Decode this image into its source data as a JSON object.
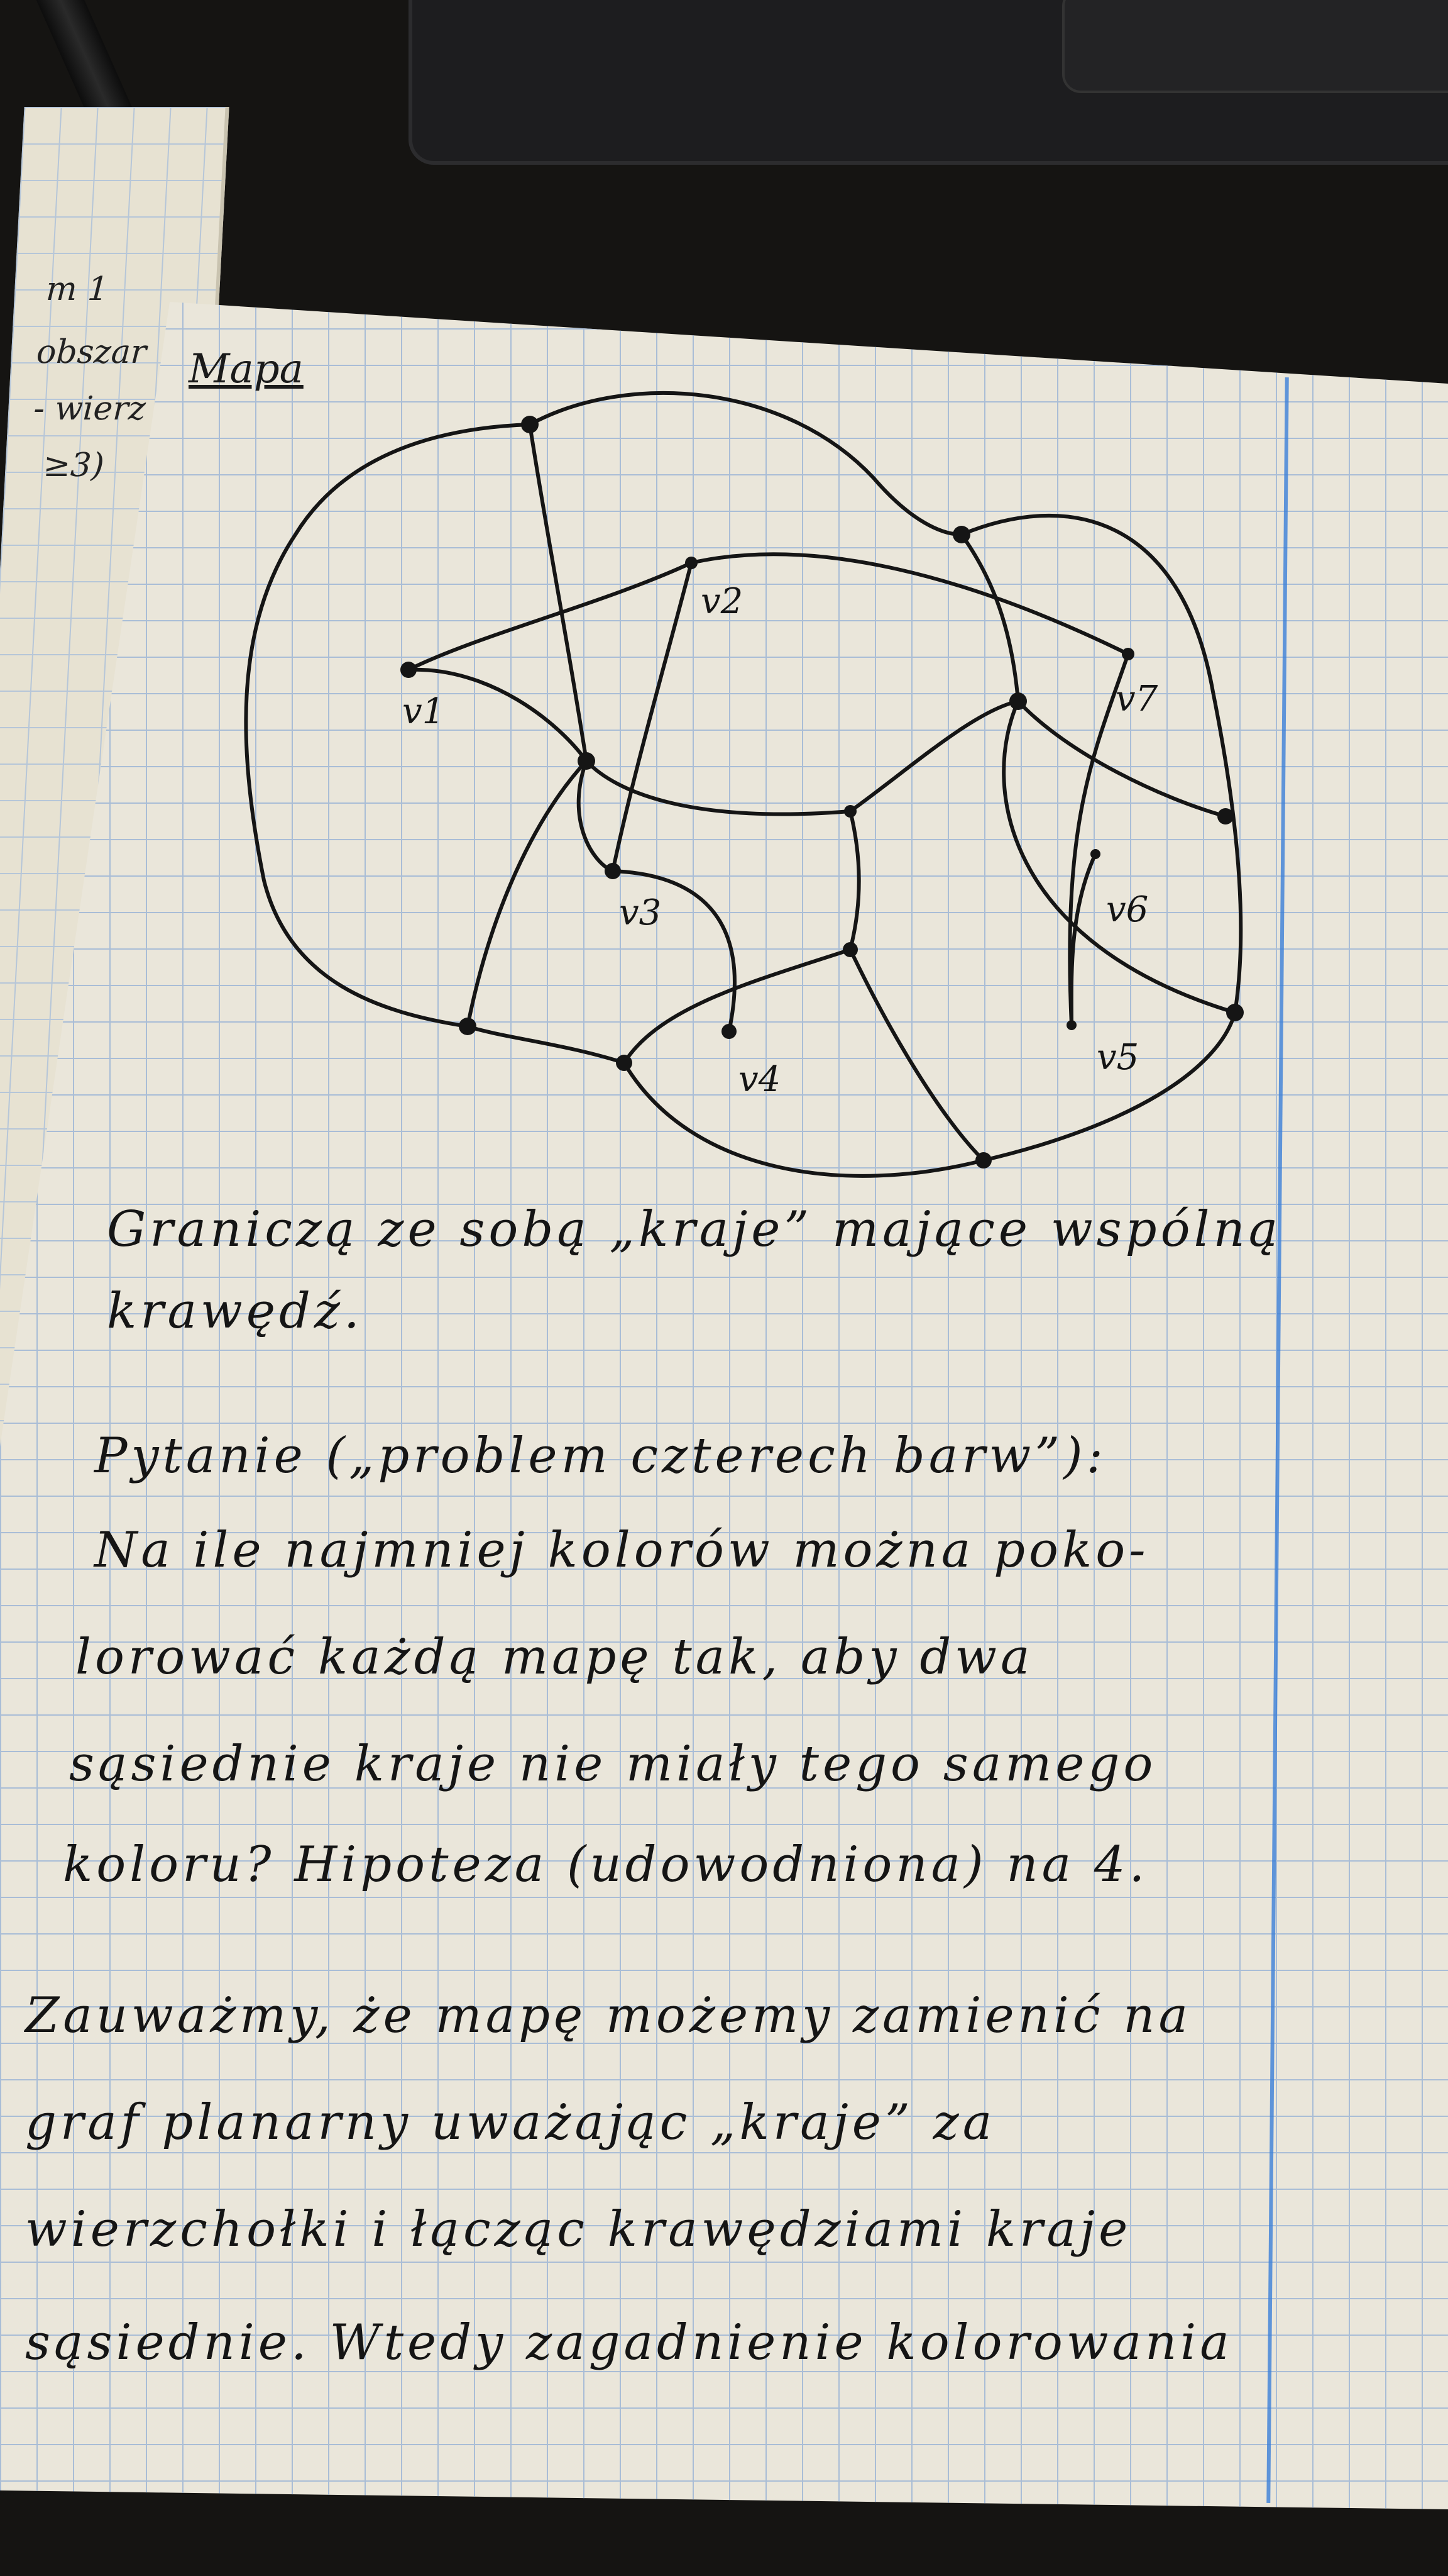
{
  "heading": "Mapa",
  "left_page_fragments": [
    "m 1",
    "obszar",
    "- wierz",
    "≥3)"
  ],
  "vertex_labels": {
    "v1": "v1",
    "v2": "v2",
    "v3": "v3",
    "v4": "v4",
    "v5": "v5",
    "v6": "v6",
    "v7": "v7"
  },
  "notes": [
    "Graniczą ze sobą „kraje” mające wspólną",
    "krawędź.",
    "Pytanie („problem czterech barw”):",
    "Na ile najmniej kolorów można poko-",
    "lorować każdą mapę tak, aby dwa",
    "sąsiednie kraje nie miały tego samego",
    "koloru? Hipoteza (udowodniona) na 4.",
    "Zauważmy, że mapę możemy zamienić na",
    "graf planarny uważając „kraje” za",
    "wierzchołki i łącząc krawędziami kraje",
    "sąsiednie. Wtedy zagadnienie kolorowania"
  ],
  "colors": {
    "ink": "#151515",
    "paper": "#eae6da",
    "grid": "#a9bdd6",
    "margin": "#3b7fd8",
    "background": "#151412"
  }
}
